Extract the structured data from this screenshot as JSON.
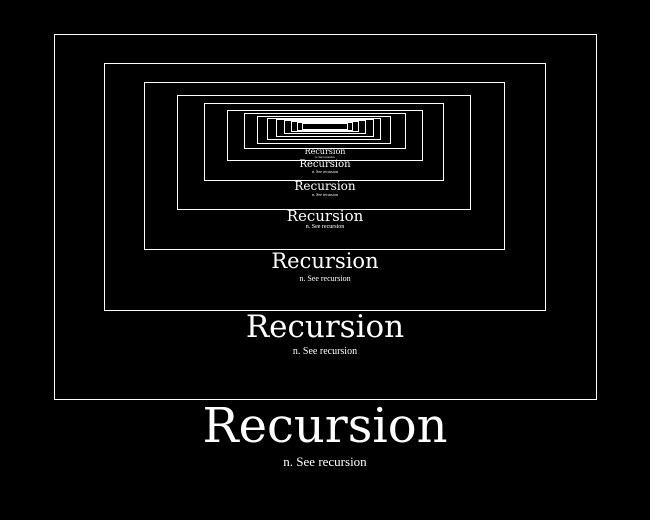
{
  "poster": {
    "title": "Recursion",
    "subtitle": "n. See recursion"
  },
  "nested_levels": [
    {
      "title": "Recursion",
      "subtitle": "n. See recursion"
    },
    {
      "title": "Recursion",
      "subtitle": "n. See recursion"
    },
    {
      "title": "Recursion",
      "subtitle": "n. See recursion"
    },
    {
      "title": "Recursion",
      "subtitle": "n. See recursion"
    },
    {
      "title": "Recursion",
      "subtitle": "n. See recursion"
    },
    {
      "title": "Recursion",
      "subtitle": "n. See recursion"
    }
  ],
  "colors": {
    "background": "#000000",
    "foreground": "#ffffff"
  }
}
